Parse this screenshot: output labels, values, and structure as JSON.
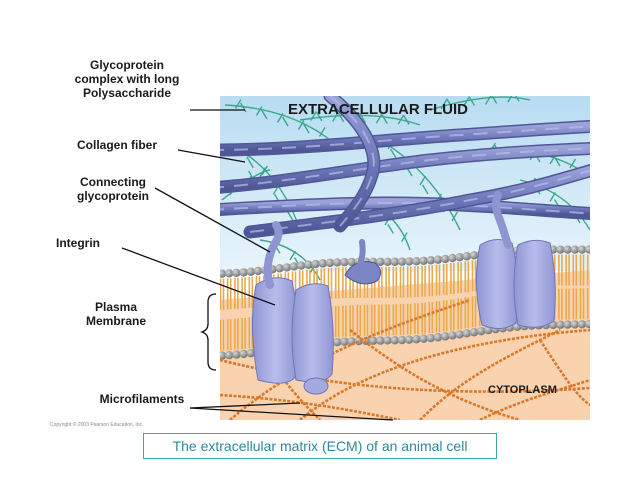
{
  "labels": {
    "glycoprotein_complex": [
      "Glycoprotein",
      "complex with long",
      "Polysaccharide"
    ],
    "collagen_fiber": "Collagen fiber",
    "connecting_glycoprotein": [
      "Connecting",
      "glycoprotein"
    ],
    "integrin": "Integrin",
    "plasma_membrane": [
      "Plasma",
      "Membrane"
    ],
    "microfilaments": "Microfilaments"
  },
  "regions": {
    "extracellular": "EXTRACELLULAR FLUID",
    "cytoplasm": "CYTOPLASM"
  },
  "caption": "The extracellular matrix (ECM) of an animal cell",
  "copyright": "Copyright © 2003 Pearson Education, Inc.",
  "colors": {
    "fluid": "#cfe8f5",
    "cytoplasm": "#f9d3b0",
    "collagen": "#7c86c5",
    "glyco_strand": "#3aa88a",
    "integrin": "#a4a9e0",
    "head_group": "#8d8d8d",
    "lipid_tail": "#e8a94a",
    "microfilament": "#d9782a",
    "caption_text": "#2c8a9a"
  }
}
